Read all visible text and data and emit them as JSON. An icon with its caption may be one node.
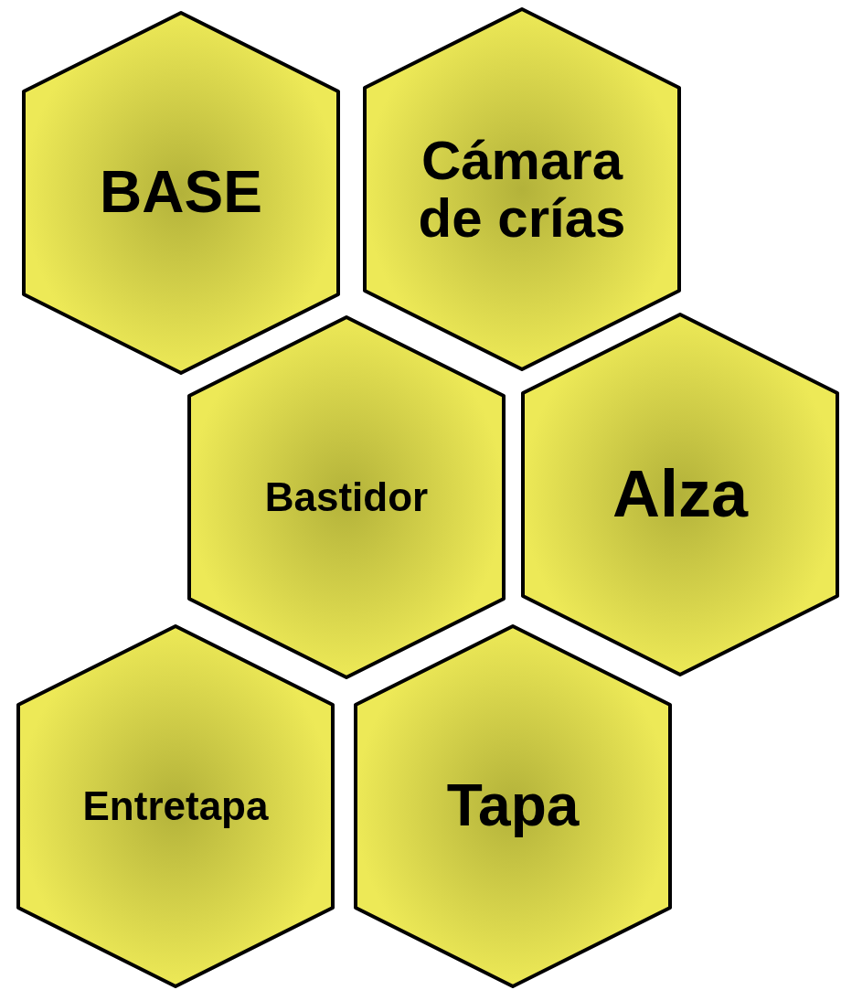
{
  "diagram": {
    "nodes": [
      {
        "text": [
          "BASE"
        ]
      },
      {
        "text": [
          "Cámara de crías"
        ]
      },
      {
        "text": [
          "Bastidor"
        ]
      },
      {
        "text": [
          "Alza"
        ]
      },
      {
        "text": [
          "Entretapa"
        ]
      },
      {
        "text": [
          "Tapa"
        ]
      }
    ],
    "edges": []
  }
}
